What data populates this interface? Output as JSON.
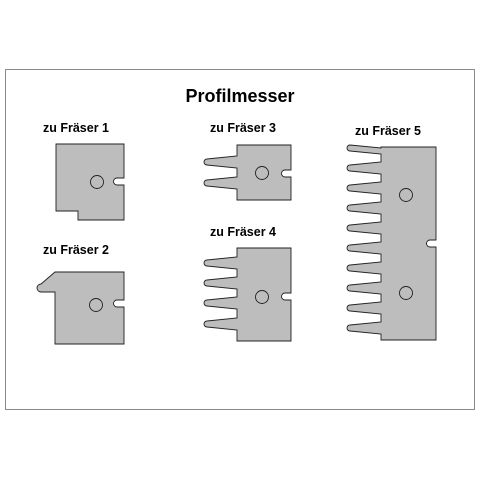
{
  "title": "Profilmesser",
  "colors": {
    "blade_fill": "#bdbdbd",
    "outline": "#222222",
    "frame": "#8a8a8a"
  },
  "labels": {
    "f1": "zu Fräser 1",
    "f2": "zu Fräser 2",
    "f3": "zu Fräser 3",
    "f4": "zu Fräser 4",
    "f5": "zu Fräser 5"
  }
}
